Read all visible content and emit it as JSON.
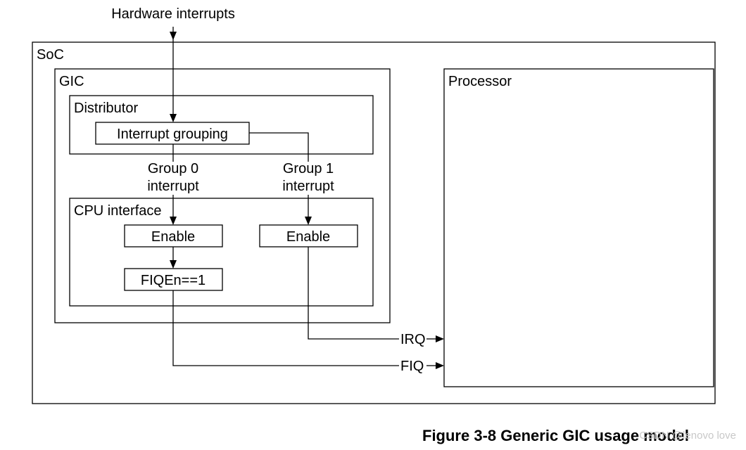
{
  "diagram": {
    "input_label": "Hardware interrupts",
    "soc_label": "SoC",
    "gic_label": "GIC",
    "distributor_label": "Distributor",
    "grouping_label": "Interrupt grouping",
    "group0_line1": "Group 0",
    "group0_line2": "interrupt",
    "group1_line1": "Group 1",
    "group1_line2": "interrupt",
    "cpu_interface_label": "CPU interface",
    "enable_left_label": "Enable",
    "enable_right_label": "Enable",
    "fiqen_label": "FIQEn==1",
    "processor_label": "Processor",
    "irq_label": "IRQ",
    "fiq_label": "FIQ"
  },
  "caption": "Figure 3-8 Generic GIC usage model",
  "watermark": "CSDN @lenovo love",
  "colors": {
    "stroke": "#000000",
    "background": "#ffffff",
    "watermark": "#c8c8c8"
  }
}
